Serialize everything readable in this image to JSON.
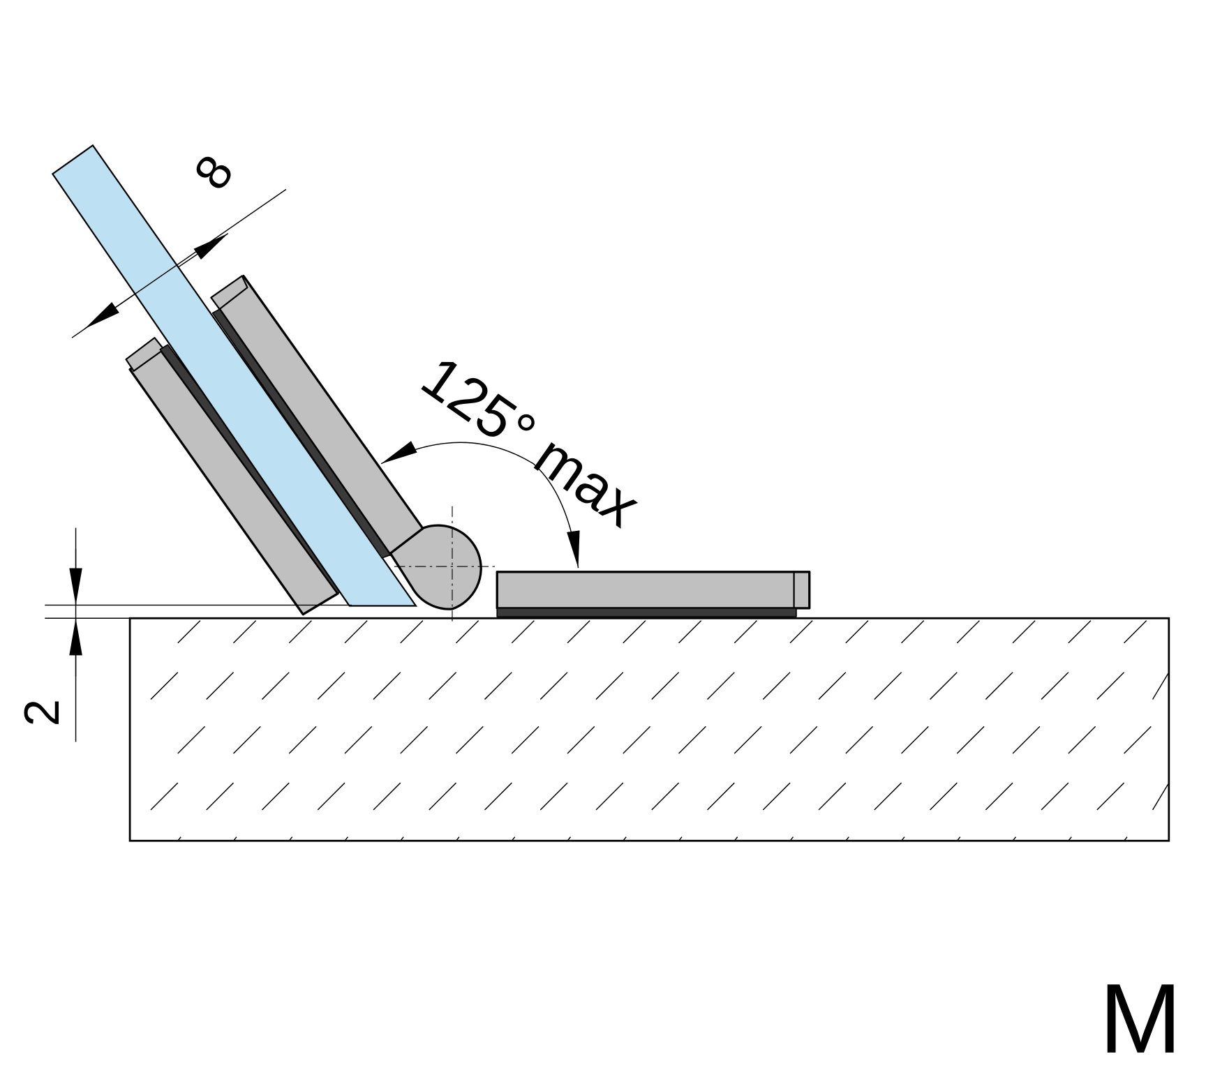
{
  "diagram": {
    "dimensions": {
      "glass_thickness": "8",
      "gap": "2",
      "opening_angle": "125° max"
    },
    "variant_label": "M",
    "colors": {
      "glass": "#bde0f2",
      "metal": "#c0c0c0",
      "gasket": "#3a3a3a",
      "line": "#000000"
    }
  }
}
